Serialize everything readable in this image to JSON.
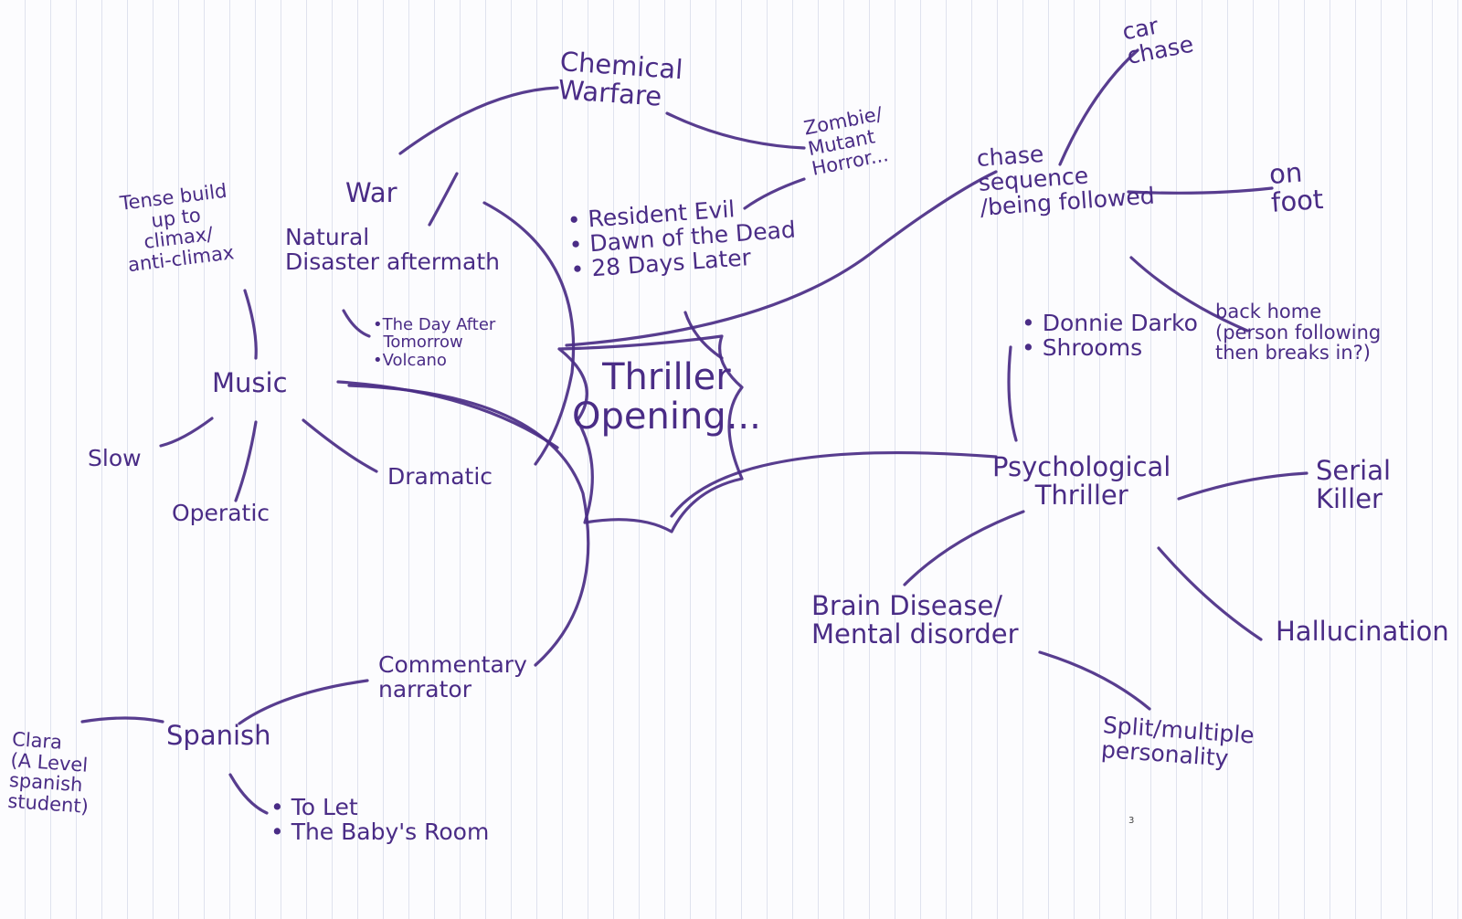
{
  "center": "Thriller\nOpening...",
  "nodes": {
    "chemical_warfare": "Chemical\nWarfare",
    "zombie": "Zombie/\nMutant\nHorror...",
    "car_chase": "car\nchase",
    "chase_sequence": "chase\nsequence\n/being followed",
    "on_foot": "on\nfoot",
    "back_home": "back home\n(person following\nthen breaks in?)",
    "war": "War",
    "natural_disaster": "Natural\nDisaster aftermath",
    "disaster_examples": "•The Day After\n  Tomorrow\n•Volcano",
    "zombie_examples": "• Resident Evil\n• Dawn of the Dead\n• 28 Days Later",
    "tense_build": "Tense build\nup to\nclimax/\nanti-climax",
    "music": "Music",
    "slow": "Slow",
    "operatic": "Operatic",
    "dramatic": "Dramatic",
    "psychological_examples": "• Donnie Darko\n• Shrooms",
    "psychological_thriller": "Psychological\nThriller",
    "serial_killer": "Serial\nKiller",
    "brain_disease": "Brain Disease/\nMental disorder",
    "hallucination": "Hallucination",
    "split_personality": "Split/multiple\npersonality",
    "commentary": "Commentary\nnarrator",
    "spanish": "Spanish",
    "clara": "Clara\n(A Level\nspanish\nstudent)",
    "spanish_examples": "• To Let\n• The Baby's Room"
  },
  "page_number": "3",
  "colors": {
    "ink": "#4a2c86",
    "paper": "#fcfcfe",
    "rule": "#dfe2ee"
  }
}
